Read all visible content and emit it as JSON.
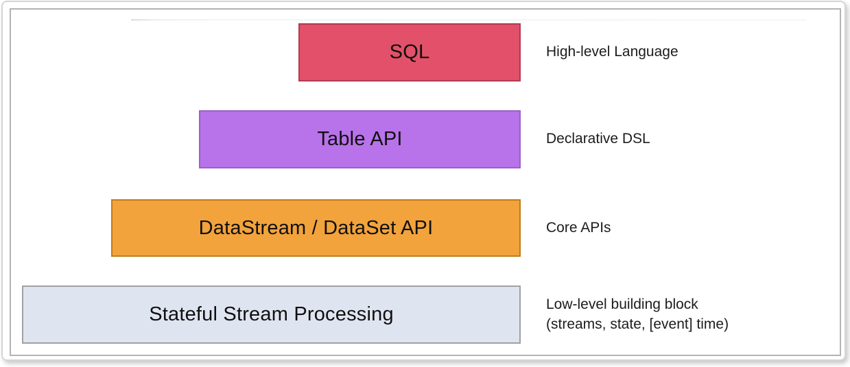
{
  "diagram": {
    "layers": [
      {
        "label": "SQL",
        "description": "High-level Language",
        "fill": "#e25169",
        "border": "#b03a54"
      },
      {
        "label": "Table API",
        "description": "Declarative DSL",
        "fill": "#b873ea",
        "border": "#9c5fc8"
      },
      {
        "label": "DataStream / DataSet API",
        "description": "Core APIs",
        "fill": "#f2a33c",
        "border": "#c07c18"
      },
      {
        "label": "Stateful Stream Processing",
        "description": "Low-level building block\n(streams, state, [event] time)",
        "fill": "#dfe5f0",
        "border": "#a0a0a5"
      }
    ]
  }
}
